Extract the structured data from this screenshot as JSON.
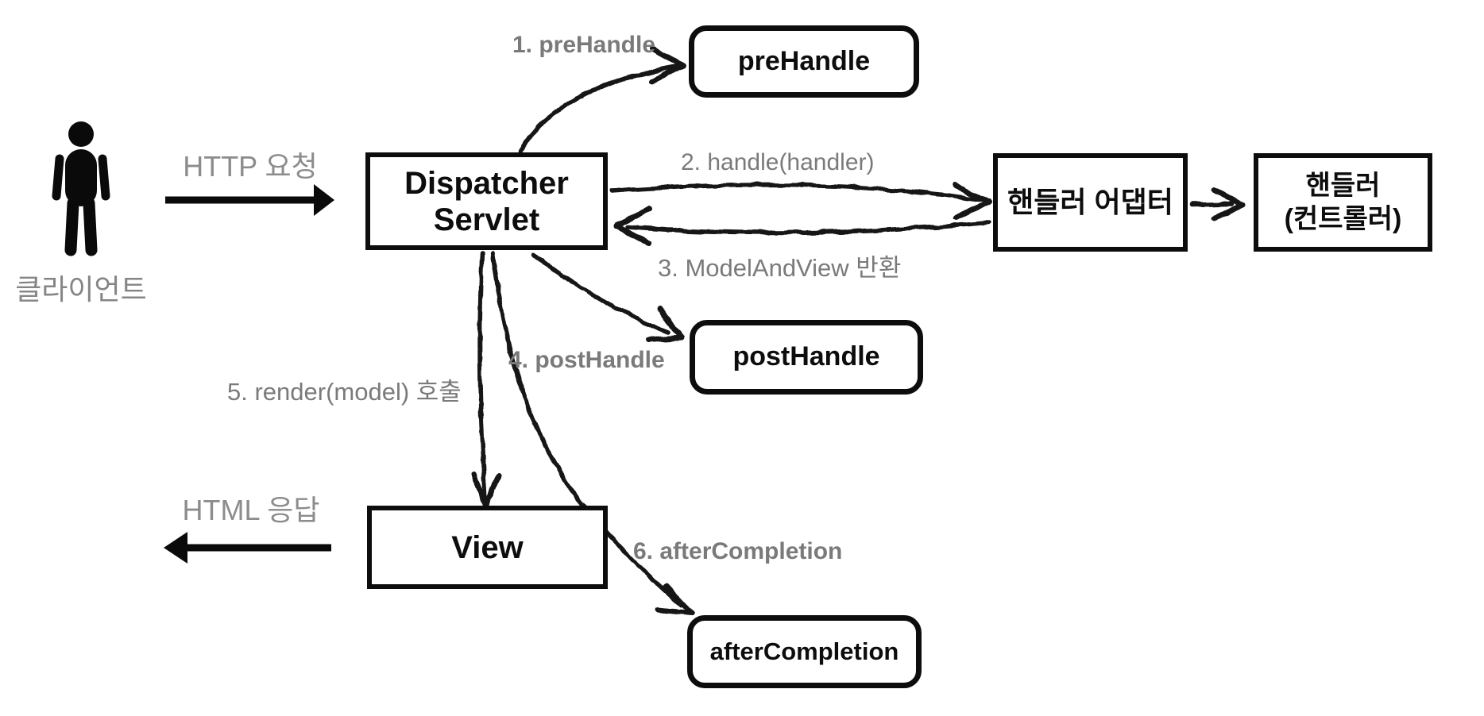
{
  "client": {
    "label": "클라이언트"
  },
  "flows": {
    "http_request": "HTTP 요청",
    "html_response": "HTML 응답"
  },
  "nodes": {
    "dispatcher": {
      "line1": "Dispatcher",
      "line2": "Servlet"
    },
    "pre_handle": {
      "label": "preHandle"
    },
    "handler_adapter": {
      "label": "핸들러 어댑터"
    },
    "handler": {
      "line1": "핸들러",
      "line2": "(컨트롤러)"
    },
    "post_handle": {
      "label": "postHandle"
    },
    "view": {
      "label": "View"
    },
    "after_completion": {
      "label": "afterCompletion"
    }
  },
  "steps": {
    "step1": "1. preHandle",
    "step2": "2. handle(handler)",
    "step3": "3. ModelAndView 반환",
    "step4": "4. postHandle",
    "step5": "5. render(model) 호출",
    "step6": "6. afterCompletion"
  },
  "colors": {
    "line_black": "#111111",
    "box_border": "#0d0d0d",
    "step_label_gray": "#7a7a7a",
    "flow_label_gray": "#8c8c8c",
    "background": "#ffffff"
  }
}
